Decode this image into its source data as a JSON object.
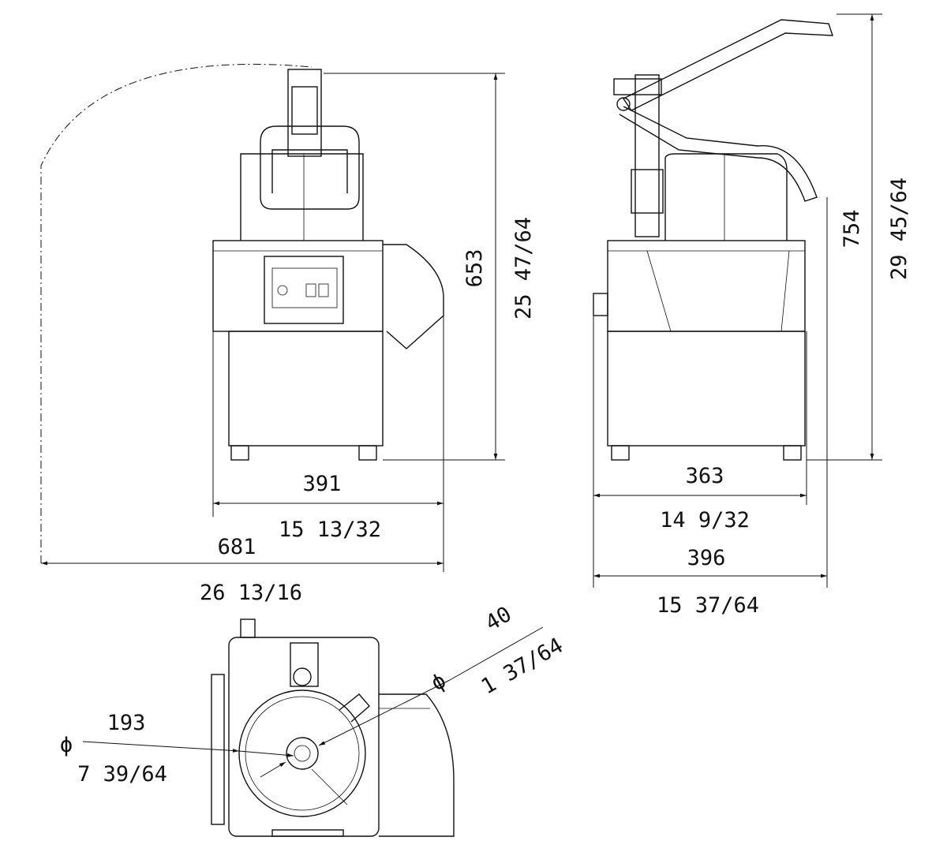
{
  "front_view": {
    "width_mm": "391",
    "width_in": "15 13/32",
    "swing_width_mm": "681",
    "swing_width_in": "26 13/16",
    "height_mm": "653",
    "height_in": "25 47/64"
  },
  "side_view": {
    "depth_mm": "363",
    "depth_in": "14 9/32",
    "overall_depth_mm": "396",
    "overall_depth_in": "15 37/64",
    "height_mm": "754",
    "height_in": "29 45/64"
  },
  "top_view": {
    "diameter_symbol": "ϕ",
    "bowl_diameter_mm": "193",
    "bowl_diameter_in": "7 39/64",
    "shaft_diameter_mm": "40",
    "shaft_diameter_in": "1 37/64"
  }
}
